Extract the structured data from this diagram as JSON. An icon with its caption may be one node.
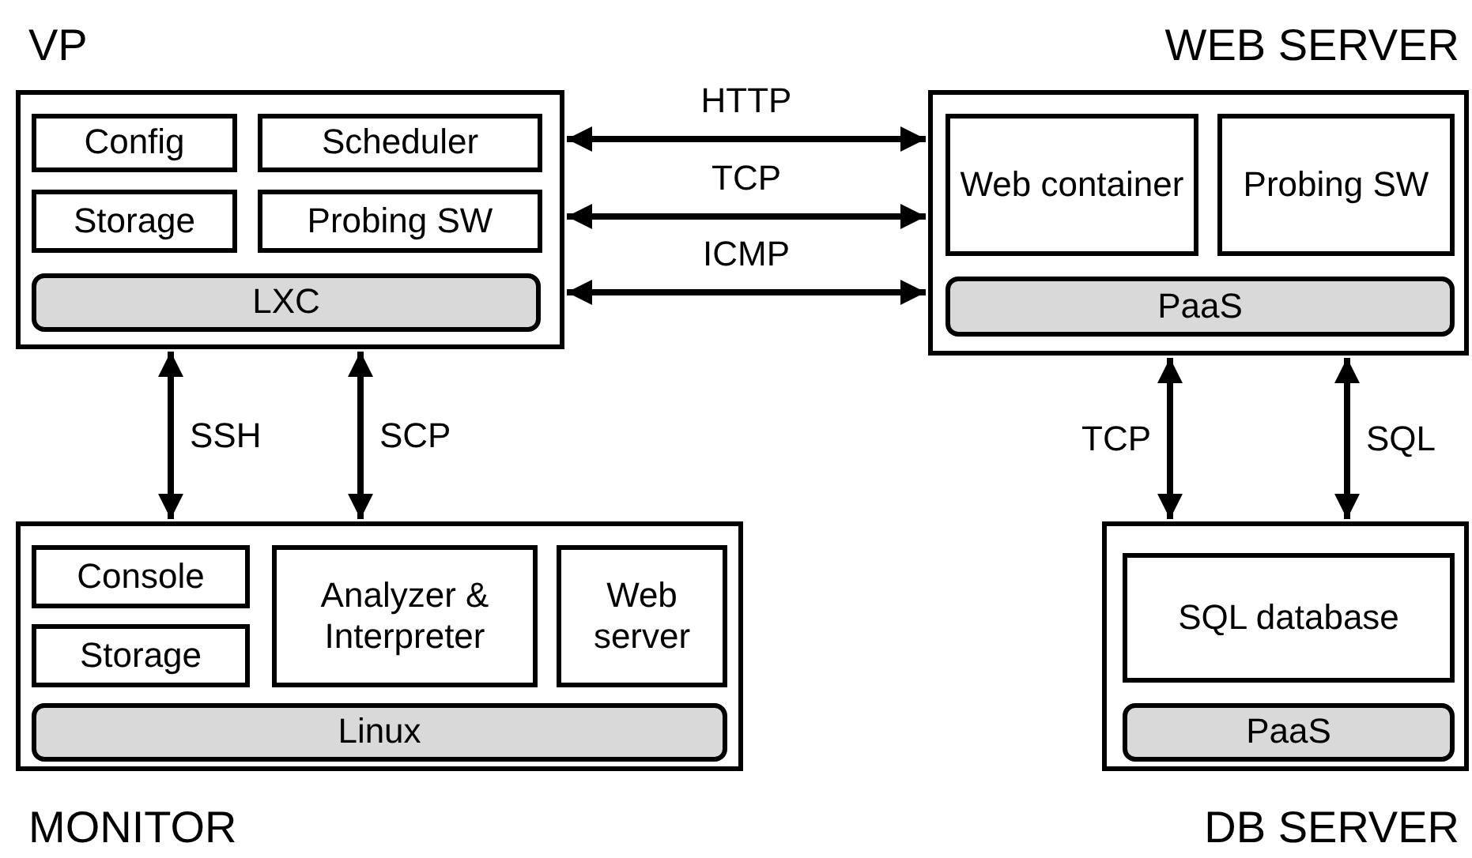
{
  "diagram": {
    "nodes": [
      {
        "text": [
          "VP"
        ]
      },
      {
        "text": [
          "Config"
        ],
        "in": 0
      },
      {
        "text": [
          "Scheduler"
        ],
        "in": 0
      },
      {
        "text": [
          "Storage"
        ],
        "in": 0
      },
      {
        "text": [
          "Probing SW"
        ],
        "in": 0
      },
      {
        "text": [
          "LXC"
        ],
        "in": 0
      },
      {
        "text": [
          "WEB SERVER"
        ]
      },
      {
        "text": [
          "Web container"
        ],
        "in": 6
      },
      {
        "text": [
          "Probing SW"
        ],
        "in": 6
      },
      {
        "text": [
          "PaaS"
        ],
        "in": 6
      },
      {
        "text": [
          "MONITOR"
        ]
      },
      {
        "text": [
          "Console"
        ],
        "in": 10
      },
      {
        "text": [
          "Storage"
        ],
        "in": 10
      },
      {
        "text": [
          "Analyzer & Interpreter"
        ],
        "in": 10
      },
      {
        "text": [
          "Web server"
        ],
        "in": 10
      },
      {
        "text": [
          "Linux"
        ],
        "in": 10
      },
      {
        "text": [
          "DB SERVER"
        ]
      },
      {
        "text": [
          "SQL database"
        ],
        "in": 16
      },
      {
        "text": [
          "PaaS"
        ],
        "in": 16
      }
    ],
    "edges": [
      {
        "from": 0,
        "to": 6,
        "arrow": "both",
        "label": "HTTP"
      },
      {
        "from": 0,
        "to": 6,
        "arrow": "both",
        "label": "TCP"
      },
      {
        "from": 0,
        "to": 6,
        "arrow": "both",
        "label": "ICMP"
      },
      {
        "from": 0,
        "to": 10,
        "arrow": "both",
        "label": "SSH"
      },
      {
        "from": 0,
        "to": 10,
        "arrow": "both",
        "label": "SCP"
      },
      {
        "from": 6,
        "to": 16,
        "arrow": "both",
        "label": "TCP"
      },
      {
        "from": 6,
        "to": 16,
        "arrow": "both",
        "label": "SQL"
      }
    ]
  }
}
